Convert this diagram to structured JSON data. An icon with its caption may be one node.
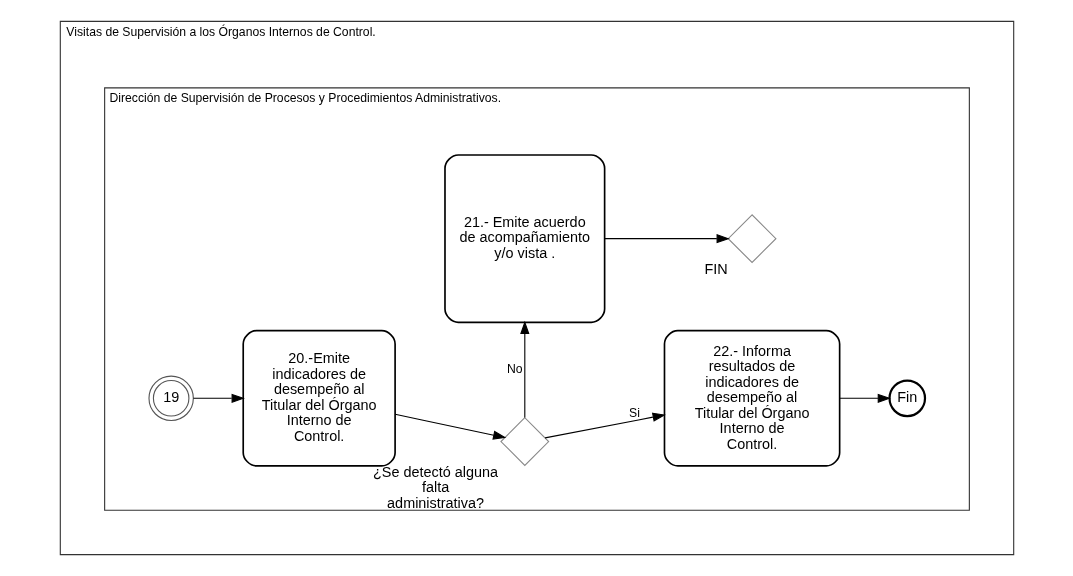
{
  "diagram": {
    "nodes": [
      {
        "text": [
          "Visitas de Supervisión a los Órganos Internos de Control."
        ]
      },
      {
        "text": [
          "Dirección de Supervisión de Procesos y Procedimientos Administrativos."
        ],
        "in": 0
      },
      {
        "text": [
          "19"
        ],
        "in": 1
      },
      {
        "text": [
          "20.-Emite indicadores de desempeño al Titular del Órgano Interno de Control."
        ],
        "in": 1
      },
      {
        "text": [],
        "shape": "diamond",
        "beside": [
          "¿Se detectó alguna falta administrativa?"
        ],
        "in": 1
      },
      {
        "text": [
          "22.- Informa resultados de indicadores de desempeño al Titular del Órgano Interno de Control."
        ],
        "in": 1
      },
      {
        "text": [
          "Fin"
        ],
        "in": 1
      },
      {
        "text": [
          "21.- Emite acuerdo de acompañamiento y/o vista ."
        ],
        "in": 1
      },
      {
        "text": [],
        "shape": "diamond",
        "beside": [
          "FIN"
        ],
        "in": 1
      }
    ],
    "edges": [
      {
        "from": 2,
        "to": 3,
        "arrow": "to"
      },
      {
        "from": 3,
        "to": 4,
        "arrow": "to"
      },
      {
        "from": 4,
        "to": 5,
        "arrow": "to",
        "label": "Si"
      },
      {
        "from": 5,
        "to": 6,
        "arrow": "to"
      },
      {
        "from": 4,
        "to": 7,
        "arrow": "to",
        "label": "No"
      },
      {
        "from": 7,
        "to": 8,
        "arrow": "to"
      }
    ]
  }
}
